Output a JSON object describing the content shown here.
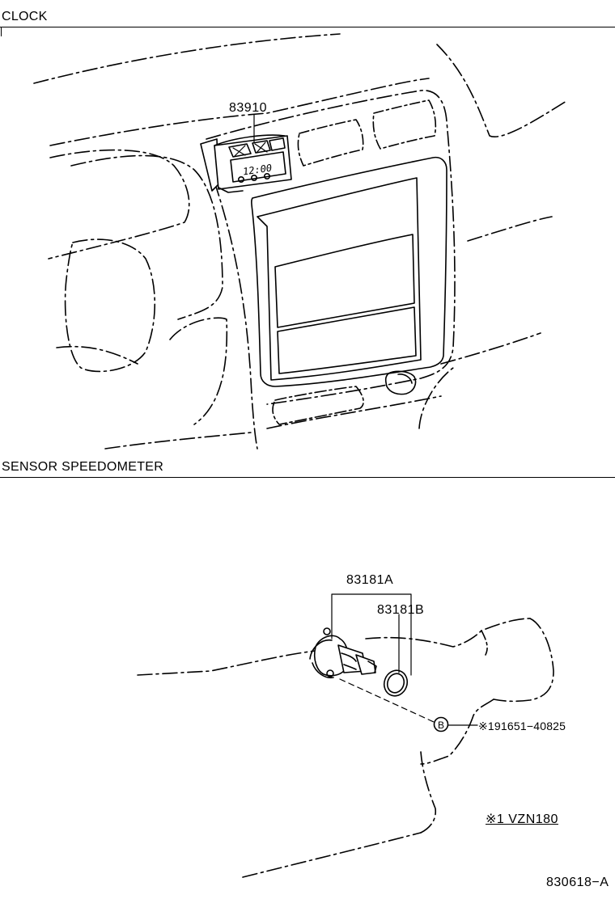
{
  "sections": [
    {
      "title": "CLOCK"
    },
    {
      "title": "SENSOR SPEEDOMETER"
    }
  ],
  "clock": {
    "part_number": "83910",
    "display_text": "12:00"
  },
  "sensor": {
    "part_a": "83181A",
    "part_b": "83181B",
    "callout_letter": "B",
    "callout_part": "※191651−40825"
  },
  "footnote": "※1 VZN180",
  "diagram_id": "830618−A"
}
